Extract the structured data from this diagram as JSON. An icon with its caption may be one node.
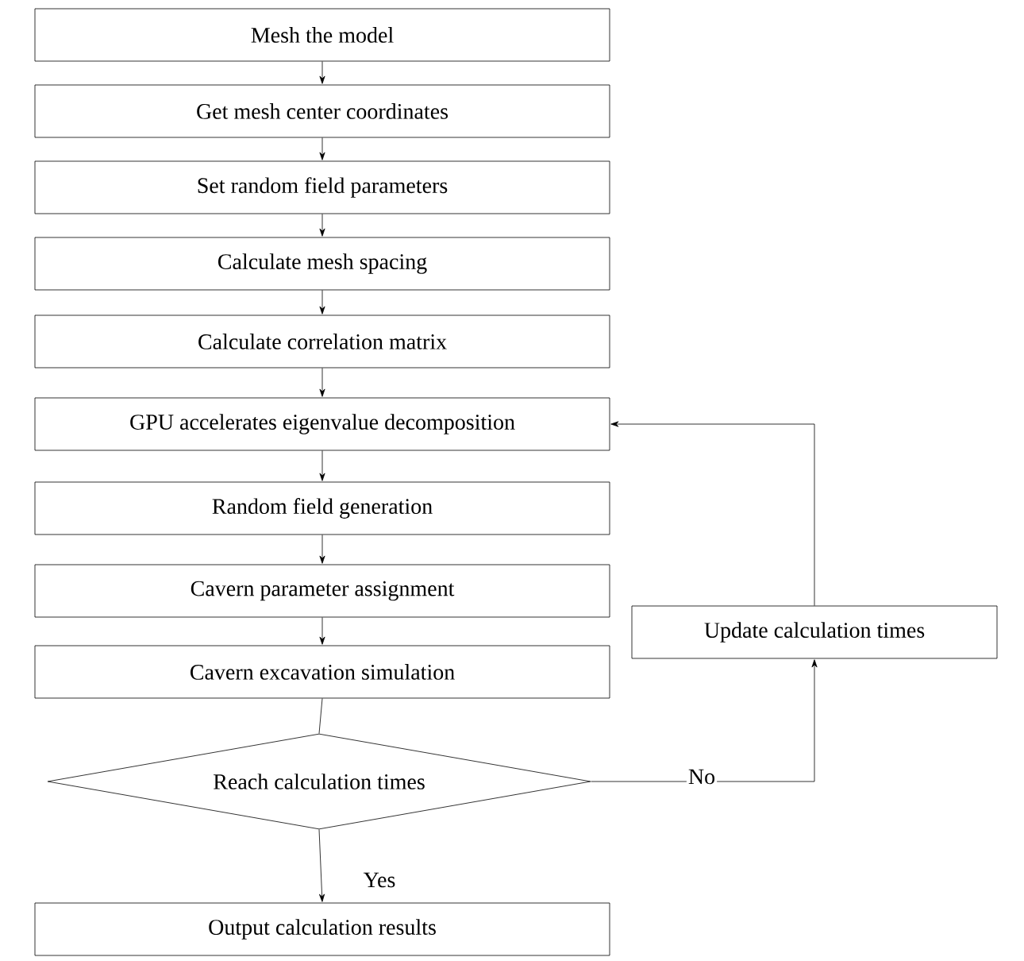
{
  "diagram": {
    "nodes": [
      {
        "text": [
          "Mesh the model"
        ]
      },
      {
        "text": [
          "Get mesh center coordinates"
        ]
      },
      {
        "text": [
          "Set random field parameters"
        ]
      },
      {
        "text": [
          "Calculate mesh spacing"
        ]
      },
      {
        "text": [
          "Calculate correlation matrix"
        ]
      },
      {
        "text": [
          "GPU accelerates eigenvalue decomposition"
        ]
      },
      {
        "text": [
          "Random field generation"
        ]
      },
      {
        "text": [
          "Cavern parameter assignment"
        ]
      },
      {
        "text": [
          "Cavern excavation simulation"
        ]
      },
      {
        "text": [
          "Reach calculation times"
        ]
      },
      {
        "text": [
          "Output calculation results"
        ]
      },
      {
        "text": [
          "Update calculation times"
        ]
      }
    ],
    "edges": [
      {
        "from": 0,
        "to": 1,
        "arrow": "to"
      },
      {
        "from": 1,
        "to": 2,
        "arrow": "to"
      },
      {
        "from": 2,
        "to": 3,
        "arrow": "to"
      },
      {
        "from": 3,
        "to": 4,
        "arrow": "to"
      },
      {
        "from": 4,
        "to": 5,
        "arrow": "to"
      },
      {
        "from": 5,
        "to": 6,
        "arrow": "to"
      },
      {
        "from": 6,
        "to": 7,
        "arrow": "to"
      },
      {
        "from": 7,
        "to": 8,
        "arrow": "to"
      },
      {
        "from": 8,
        "to": 9,
        "arrow": "none"
      },
      {
        "from": 9,
        "to": 10,
        "arrow": "to",
        "label": "Yes"
      },
      {
        "from": 9,
        "to": 11,
        "arrow": "to",
        "label": "No"
      },
      {
        "from": 11,
        "to": 5,
        "arrow": "to"
      }
    ]
  }
}
